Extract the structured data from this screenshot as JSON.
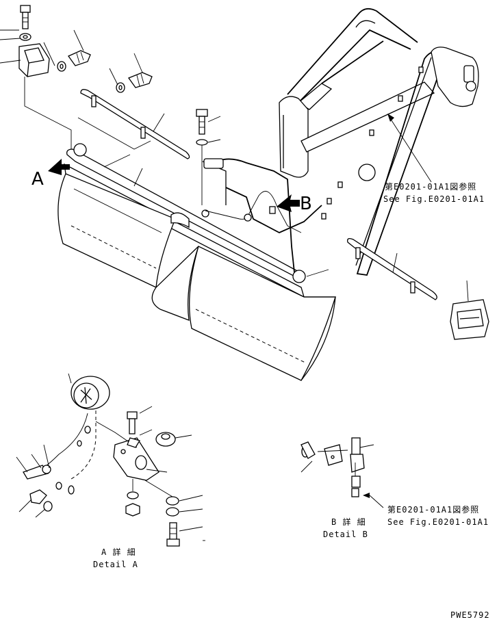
{
  "diagram": {
    "view_labels": {
      "view_a": "A",
      "view_b": "B"
    },
    "references": [
      {
        "jp": "第E0201-01A1図参照",
        "en": "See Fig.E0201-01A1"
      },
      {
        "jp": "第E0201-01A1図参照",
        "en": "See Fig.E0201-01A1"
      }
    ],
    "details": {
      "a": {
        "jp": "A 詳 細",
        "en": "Detail A"
      },
      "b": {
        "jp": "B 詳 細",
        "en": "Detail B"
      }
    },
    "drawing_code": "PWE5792"
  }
}
